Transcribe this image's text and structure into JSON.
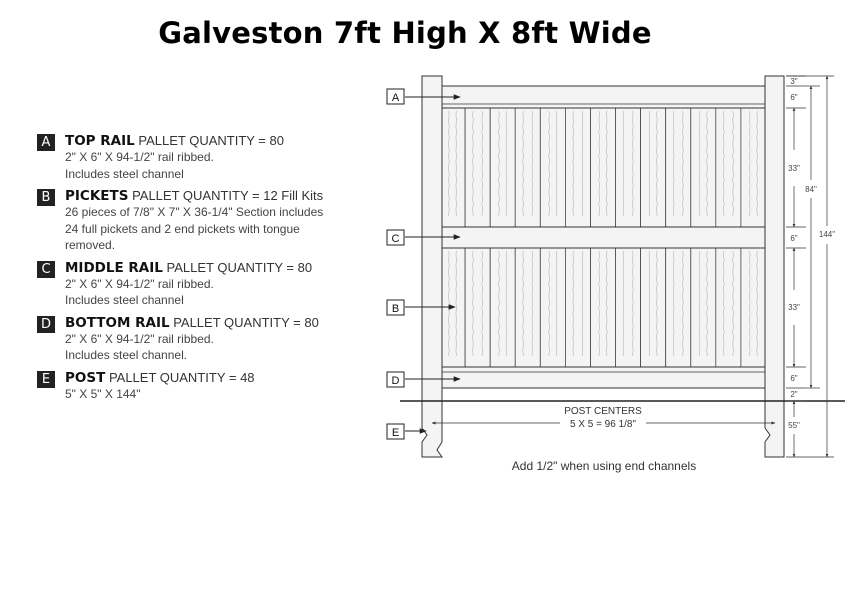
{
  "title": "Galveston 7ft High X 8ft Wide",
  "legend": [
    {
      "letter": "A",
      "name": "TOP RAIL",
      "qty": "PALLET QUANTITY = 80",
      "lines": [
        "2\" X 6\" X 94-1/2\" rail ribbed.",
        "Includes steel channel"
      ]
    },
    {
      "letter": "B",
      "name": "PICKETS",
      "qty": "PALLET QUANTITY = 12 Fill Kits",
      "lines": [
        "26 pieces of 7/8\" X 7\" X 36-1/4\" Section includes",
        "24 full pickets and 2 end pickets with tongue",
        "removed."
      ]
    },
    {
      "letter": "C",
      "name": "MIDDLE RAIL",
      "qty": "PALLET QUANTITY = 80",
      "lines": [
        "2\" X 6\" X 94-1/2\" rail ribbed.",
        "Includes steel channel"
      ]
    },
    {
      "letter": "D",
      "name": "BOTTOM RAIL",
      "qty": "PALLET QUANTITY = 80",
      "lines": [
        "2\" X 6\" X 94-1/2\" rail ribbed.",
        "Includes steel channel."
      ]
    },
    {
      "letter": "E",
      "name": "POST",
      "qty": "PALLET QUANTITY = 48",
      "lines": [
        "5\" X 5\" X 144\""
      ]
    }
  ],
  "diagram": {
    "callouts": [
      "A",
      "C",
      "B",
      "D",
      "E"
    ],
    "post_centers_label": "POST CENTERS",
    "post_centers_value": "5 X 5 = 96 1/8\"",
    "dims": {
      "d3": "3\"",
      "d6a": "6\"",
      "d33a": "33\"",
      "d6b": "6\"",
      "d33b": "33\"",
      "d6c": "6\"",
      "d2": "2\"",
      "d55": "55\"",
      "d84": "84\"",
      "d144": "144\""
    },
    "note": "Add  1/2\" when using end channels"
  },
  "colors": {
    "badge": "#222222",
    "line": "#333333",
    "fence_fill": "#f4f4f4",
    "wood_grain": "#b5b5b5"
  }
}
